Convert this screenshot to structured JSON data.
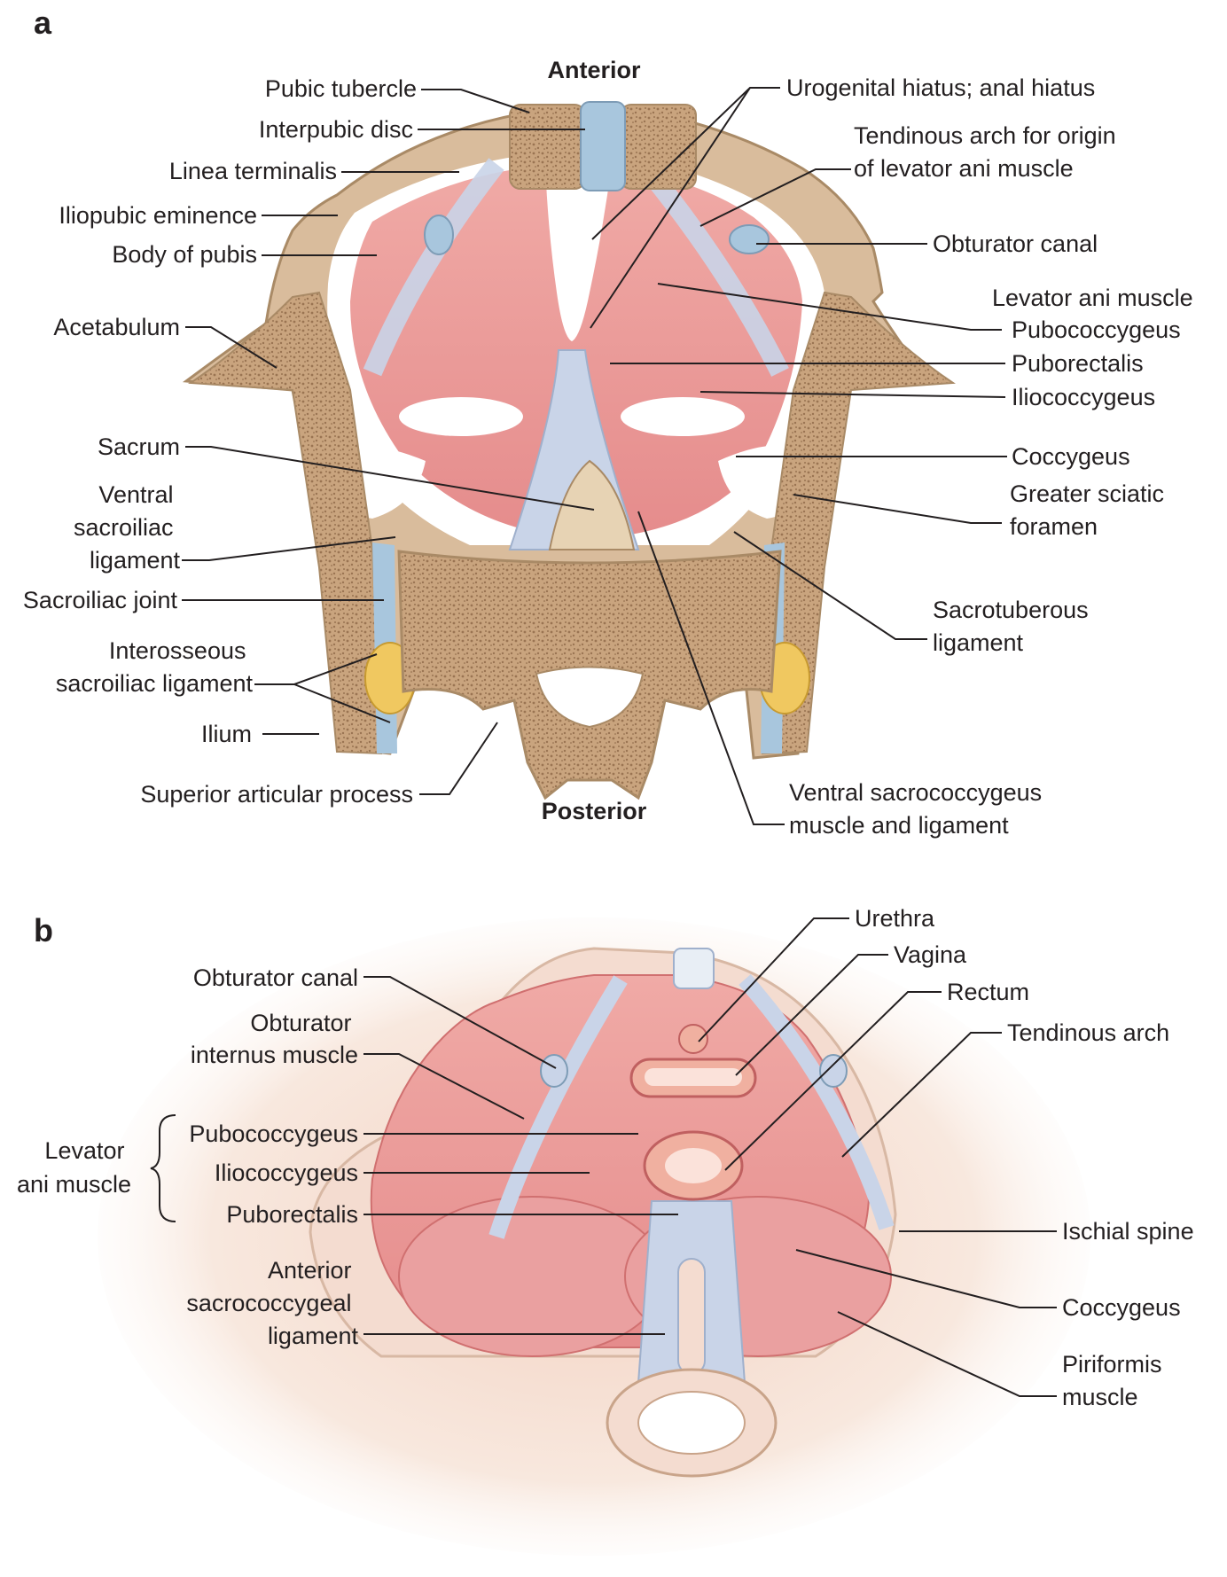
{
  "panel_a": {
    "letter": "a",
    "orientation": {
      "top": "Anterior",
      "bottom": "Posterior"
    },
    "left_labels": [
      {
        "id": "pubic-tubercle",
        "lines": [
          "Pubic tubercle"
        ]
      },
      {
        "id": "interpubic-disc",
        "lines": [
          "Interpubic disc"
        ]
      },
      {
        "id": "linea-terminalis",
        "lines": [
          "Linea terminalis"
        ]
      },
      {
        "id": "iliopubic-eminence",
        "lines": [
          "Iliopubic eminence"
        ]
      },
      {
        "id": "body-of-pubis",
        "lines": [
          "Body of pubis"
        ]
      },
      {
        "id": "acetabulum",
        "lines": [
          "Acetabulum"
        ]
      },
      {
        "id": "sacrum",
        "lines": [
          "Sacrum"
        ]
      },
      {
        "id": "ventral-sacroiliac-ligament",
        "lines": [
          "Ventral",
          "sacroiliac",
          "ligament"
        ]
      },
      {
        "id": "sacroiliac-joint",
        "lines": [
          "Sacroiliac joint"
        ]
      },
      {
        "id": "interosseous-sacroiliac-ligament",
        "lines": [
          "Interosseous",
          "sacroiliac ligament"
        ]
      },
      {
        "id": "ilium",
        "lines": [
          "Ilium"
        ]
      },
      {
        "id": "superior-articular-process",
        "lines": [
          "Superior articular process"
        ]
      }
    ],
    "right_labels": [
      {
        "id": "urogenital-hiatus",
        "lines": [
          "Urogenital hiatus; anal hiatus"
        ]
      },
      {
        "id": "tendinous-arch-origin",
        "lines": [
          "Tendinous arch for origin",
          "of levator ani muscle"
        ]
      },
      {
        "id": "obturator-canal",
        "lines": [
          "Obturator canal"
        ]
      },
      {
        "id": "levator-ani-muscle",
        "lines": [
          "Levator ani muscle"
        ]
      },
      {
        "id": "pubococcygeus",
        "lines": [
          "Pubococcygeus"
        ]
      },
      {
        "id": "puborectalis",
        "lines": [
          "Puborectalis"
        ]
      },
      {
        "id": "iliococcygeus",
        "lines": [
          "Iliococcygeus"
        ]
      },
      {
        "id": "coccygeus",
        "lines": [
          "Coccygeus"
        ]
      },
      {
        "id": "greater-sciatic-foramen",
        "lines": [
          "Greater sciatic",
          "foramen"
        ]
      },
      {
        "id": "sacrotuberous-ligament",
        "lines": [
          "Sacrotuberous",
          "ligament"
        ]
      },
      {
        "id": "ventral-sacrococcygeus",
        "lines": [
          "Ventral sacrococcygeus",
          "muscle and ligament"
        ]
      }
    ]
  },
  "panel_b": {
    "letter": "b",
    "group_label": [
      "Levator",
      "ani muscle"
    ],
    "left_labels": [
      {
        "id": "obturator-canal",
        "lines": [
          "Obturator canal"
        ]
      },
      {
        "id": "obturator-internus",
        "lines": [
          "Obturator",
          "internus muscle"
        ]
      },
      {
        "id": "pubococcygeus",
        "lines": [
          "Pubococcygeus"
        ]
      },
      {
        "id": "iliococcygeus",
        "lines": [
          "Iliococcygeus"
        ]
      },
      {
        "id": "puborectalis",
        "lines": [
          "Puborectalis"
        ]
      },
      {
        "id": "anterior-sacrococcygeal-ligament",
        "lines": [
          "Anterior",
          "sacrococcygeal",
          "ligament"
        ]
      }
    ],
    "right_labels": [
      {
        "id": "urethra",
        "lines": [
          "Urethra"
        ]
      },
      {
        "id": "vagina",
        "lines": [
          "Vagina"
        ]
      },
      {
        "id": "rectum",
        "lines": [
          "Rectum"
        ]
      },
      {
        "id": "tendinous-arch",
        "lines": [
          "Tendinous arch"
        ]
      },
      {
        "id": "ischial-spine",
        "lines": [
          "Ischial spine"
        ]
      },
      {
        "id": "coccygeus",
        "lines": [
          "Coccygeus"
        ]
      },
      {
        "id": "piriformis-muscle",
        "lines": [
          "Piriformis",
          "muscle"
        ]
      }
    ]
  },
  "colors": {
    "bone": "#d9bc9c",
    "bone_outline": "#a98a66",
    "cancellous": "#b8906a",
    "muscle": "#e99a9a",
    "muscle_light": "#f2bcbc",
    "ligament": "#c9d4e8",
    "cartilage": "#a8c6dd",
    "fat": "#f0c860",
    "background_flesh": "#f7e6da"
  }
}
